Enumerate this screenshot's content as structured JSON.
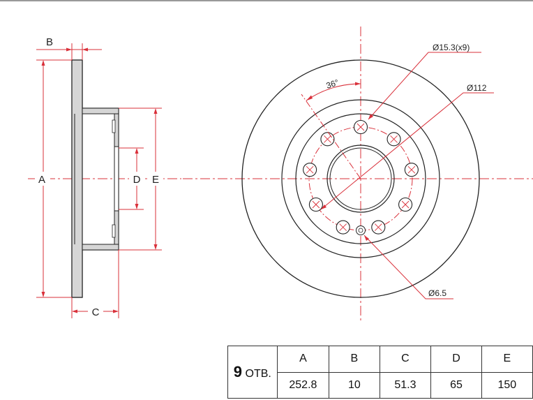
{
  "side_view": {
    "labels": {
      "A": "A",
      "B": "B",
      "C": "C",
      "D": "D",
      "E": "E"
    }
  },
  "front_view": {
    "callouts": {
      "angle": "36°",
      "bolt_holes": "Ø15.3(x9)",
      "pcd": "Ø112",
      "small_hole": "Ø6.5"
    }
  },
  "table": {
    "holes_count": "9",
    "holes_unit": "ОТВ.",
    "headers": [
      "A",
      "B",
      "C",
      "D",
      "E"
    ],
    "values": [
      "252.8",
      "10",
      "51.3",
      "65",
      "150"
    ]
  },
  "colors": {
    "dimension_line": "#d9303a",
    "outline": "#222222",
    "section_fill": "#cfcfcf"
  }
}
